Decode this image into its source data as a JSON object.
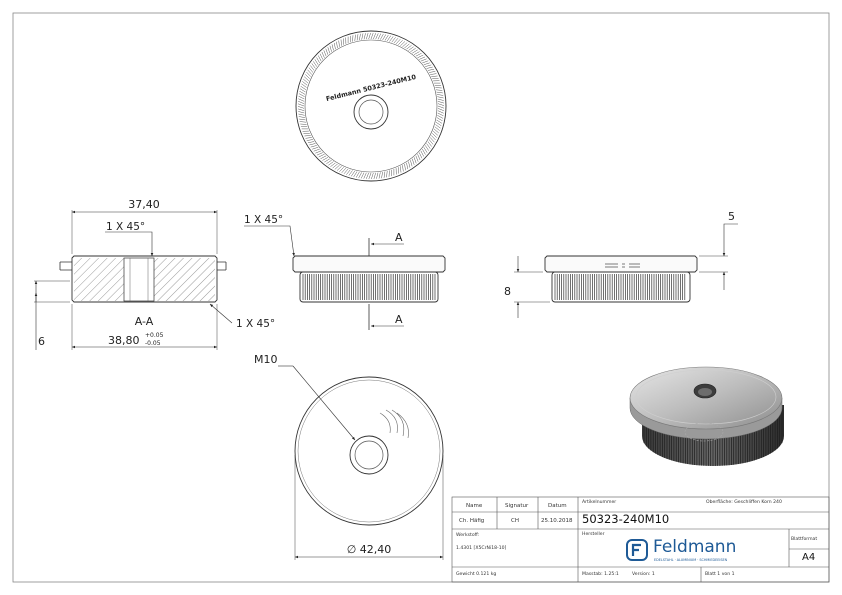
{
  "drawing": {
    "engraving": "Feldmann 50323-240M10",
    "section_label": "A-A",
    "dims": {
      "overall_width": "37,40",
      "top_chamfer": "1 X 45°",
      "height_6": "6",
      "base_width": "38,80",
      "tol_upper": "+0.05",
      "tol_lower": "-0.05",
      "bottom_chamfer": "1 X 45°",
      "side_chamfer": "1 X 45°",
      "section_mark_top": "A",
      "section_mark_bottom": "A",
      "height_5": "5",
      "height_8": "8",
      "thread": "M10",
      "diameter": "∅ 42,40"
    }
  },
  "title_block": {
    "h_name": "Name",
    "h_signatur": "Signatur",
    "h_datum": "Datum",
    "r_role": "Ch. Häfig",
    "r_sig": "CH",
    "r_date": "25.10.2018",
    "artikel_label": "Artikelnummer",
    "artikel_value": "50323-240M10",
    "oberflaeche": "Oberfläche: Geschliffen Korn 240",
    "werkstoff_label": "Werkstoff:",
    "werkstoff_value": "1.4301 [X5CrNi18-10]",
    "hersteller_label": "Hersteller",
    "company": "Feldmann",
    "company_sub": "EDELSTAHL · ALUMINIUM · SCHMIEDEEISEN",
    "blattformat_label": "Blattformat",
    "blattformat_value": "A4",
    "gewicht": "Gewicht 0.121 kg",
    "massstab": "Masstab: 1.25:1",
    "version": "Version: 1",
    "blatt": "Blatt 1 von 1"
  }
}
